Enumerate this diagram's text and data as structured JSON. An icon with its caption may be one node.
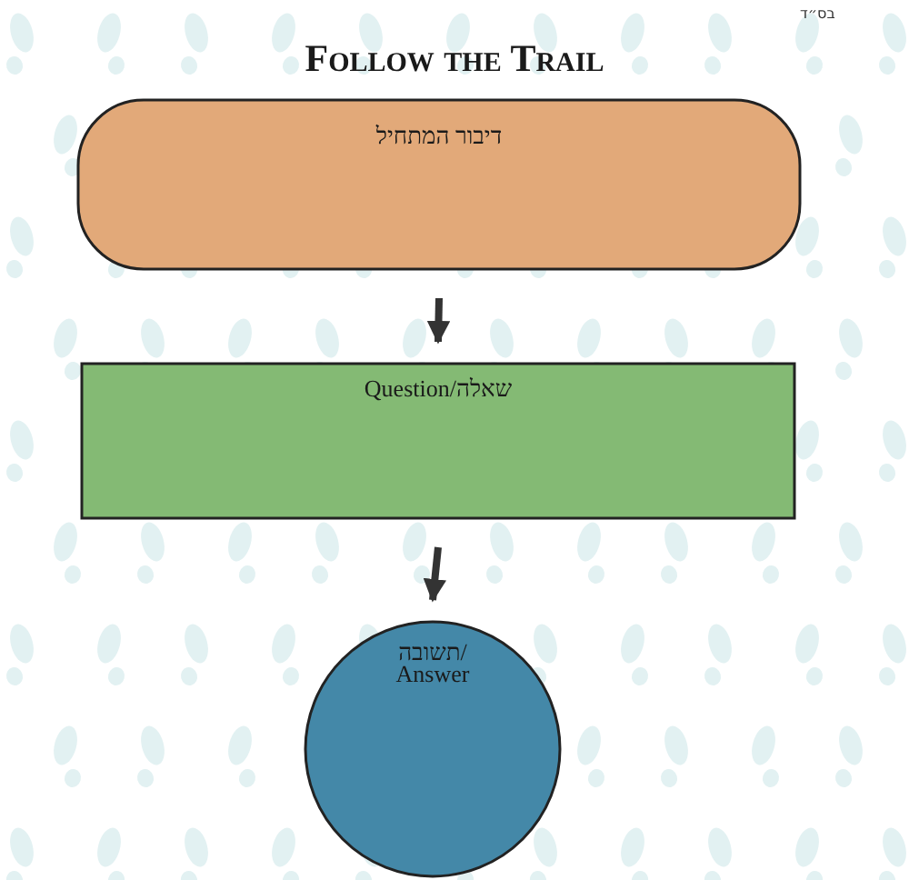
{
  "diagram": {
    "title": "Follow the Trail",
    "nodes": [
      {
        "text": [
          "דיבור המתחיל"
        ]
      },
      {
        "text": [
          "Question/שאלה"
        ]
      },
      {
        "text": [
          "תשובה/ Answer"
        ]
      }
    ],
    "edges": [
      {
        "from": 0,
        "to": 1,
        "arrow": "to"
      },
      {
        "from": 1,
        "to": 2,
        "arrow": "to"
      }
    ],
    "labels": [
      "בס״ד"
    ]
  }
}
